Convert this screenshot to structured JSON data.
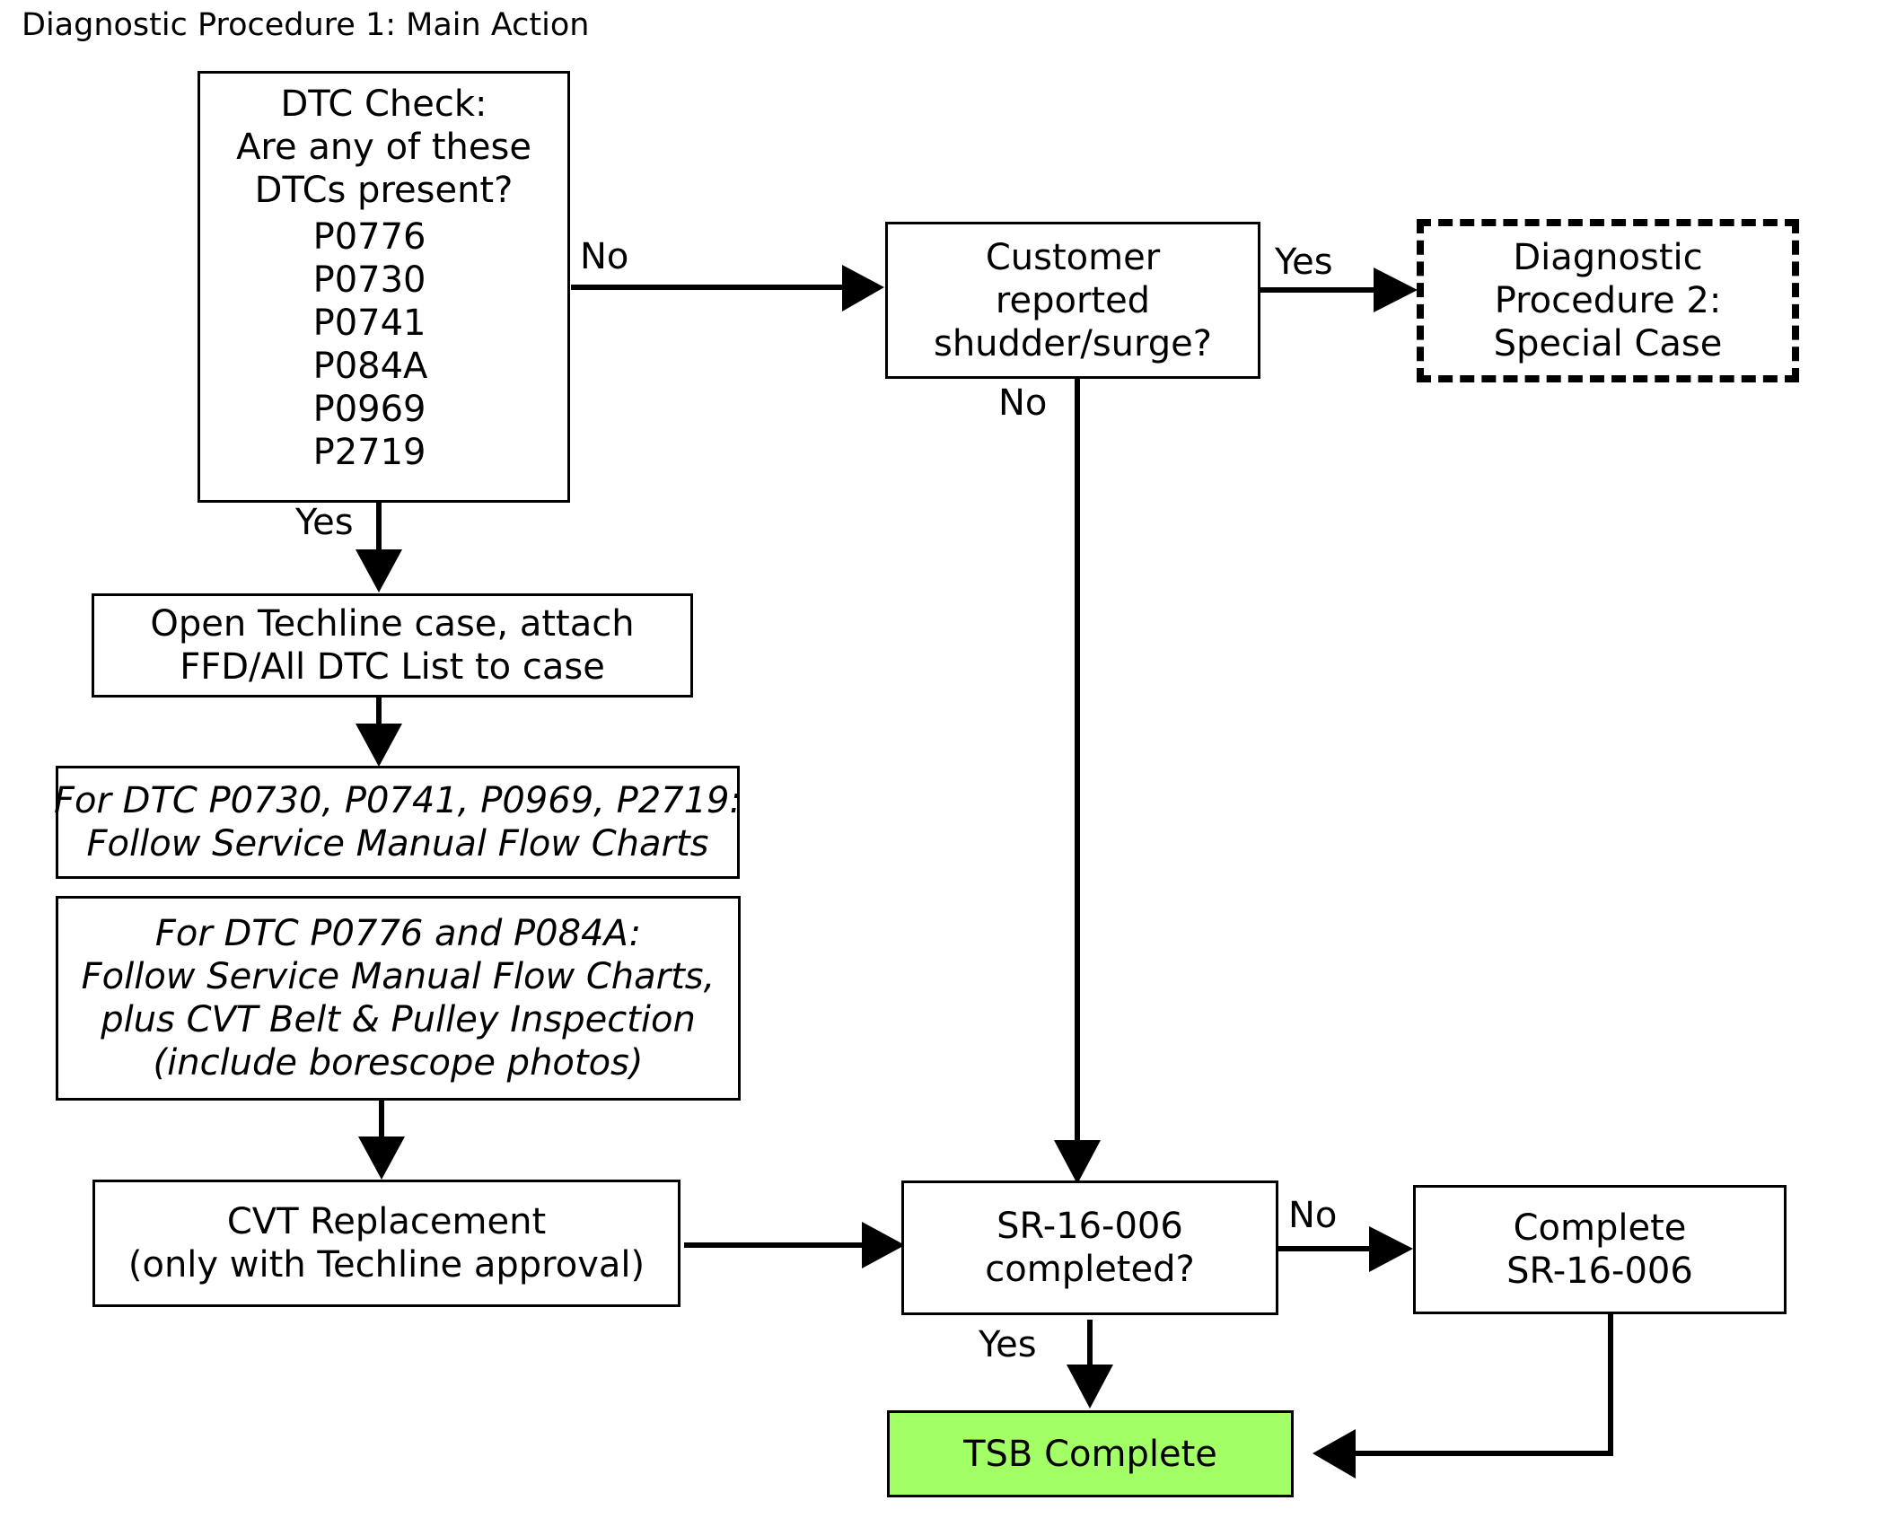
{
  "title": "Diagnostic Procedure 1: Main Action",
  "colors": {
    "terminal_fill": "#a3ff66",
    "stroke": "#000000",
    "background": "#ffffff"
  },
  "nodes": {
    "dtc_check": {
      "lines": [
        "DTC Check:",
        "Are any of these",
        "DTCs present?"
      ],
      "codes": [
        "P0776",
        "P0730",
        "P0741",
        "P084A",
        "P0969",
        "P2719"
      ]
    },
    "customer": {
      "lines": [
        "Customer",
        "reported",
        "shudder/surge?"
      ]
    },
    "diag2": {
      "lines": [
        "Diagnostic",
        "Procedure 2:",
        "Special Case"
      ]
    },
    "techline": {
      "lines": [
        "Open Techline case, attach",
        "FFD/All DTC List to case"
      ]
    },
    "dtc_group_a": {
      "lines": [
        "For DTC P0730, P0741, P0969, P2719:",
        "Follow Service Manual Flow Charts"
      ]
    },
    "dtc_group_b": {
      "lines": [
        "For DTC P0776 and P084A:",
        "Follow Service Manual Flow Charts,",
        "plus CVT Belt & Pulley Inspection",
        "(include borescope photos)"
      ]
    },
    "cvt": {
      "lines": [
        "CVT Replacement",
        "(only with Techline approval)"
      ]
    },
    "sr_check": {
      "lines": [
        "SR-16-006",
        "completed?"
      ]
    },
    "sr_complete": {
      "lines": [
        "Complete",
        "SR-16-006"
      ]
    },
    "tsb_complete": {
      "lines": [
        "TSB Complete"
      ]
    }
  },
  "edges": [
    {
      "from": "dtc_check",
      "to": "customer",
      "label": "No"
    },
    {
      "from": "dtc_check",
      "to": "techline",
      "label": "Yes"
    },
    {
      "from": "customer",
      "to": "diag2",
      "label": "Yes"
    },
    {
      "from": "customer",
      "to": "sr_check",
      "label": "No"
    },
    {
      "from": "techline",
      "to": "dtc_group_a",
      "label": ""
    },
    {
      "from": "dtc_group_b",
      "to": "cvt",
      "label": ""
    },
    {
      "from": "cvt",
      "to": "sr_check",
      "label": ""
    },
    {
      "from": "sr_check",
      "to": "sr_complete",
      "label": "No"
    },
    {
      "from": "sr_check",
      "to": "tsb_complete",
      "label": "Yes"
    },
    {
      "from": "sr_complete",
      "to": "tsb_complete",
      "label": ""
    }
  ]
}
